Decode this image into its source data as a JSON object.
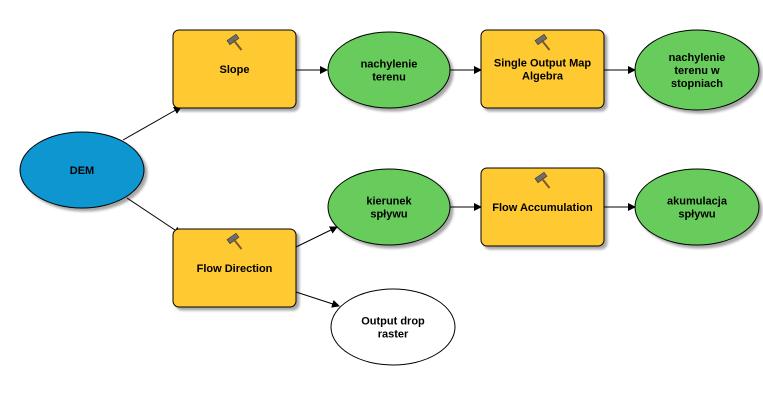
{
  "colors": {
    "tool_fill": "#FFC932",
    "data_fill": "#68CC5C",
    "input_fill": "#0A96CF",
    "output_fill": "#FFFFFF",
    "stroke": "#000000"
  },
  "nodes": {
    "dem": {
      "lines": [
        "DEM"
      ],
      "icon": "",
      "kind": "input"
    },
    "slope": {
      "lines": [
        "Slope"
      ],
      "icon": "hammer-icon",
      "kind": "tool"
    },
    "nachylenie": {
      "lines": [
        "nachylenie",
        "terenu"
      ],
      "icon": "",
      "kind": "data"
    },
    "algebra": {
      "lines": [
        "Single Output Map",
        "Algebra"
      ],
      "icon": "hammer-icon",
      "kind": "tool"
    },
    "nachylenie_stopnie": {
      "lines": [
        "nachylenie",
        "terenu w",
        "stopniach"
      ],
      "icon": "",
      "kind": "data"
    },
    "flow_direction": {
      "lines": [
        "Flow Direction"
      ],
      "icon": "hammer-icon",
      "kind": "tool"
    },
    "kierunek": {
      "lines": [
        "kierunek",
        "spływu"
      ],
      "icon": "",
      "kind": "data"
    },
    "flow_accumulation": {
      "lines": [
        "Flow Accumulation"
      ],
      "icon": "hammer-icon",
      "kind": "tool"
    },
    "akumulacja": {
      "lines": [
        "akumulacja",
        "spływu"
      ],
      "icon": "",
      "kind": "data"
    },
    "output_drop": {
      "lines": [
        "Output drop",
        "raster"
      ],
      "icon": "",
      "kind": "output"
    }
  },
  "connections": [
    {
      "from": "dem",
      "to": "slope"
    },
    {
      "from": "slope",
      "to": "nachylenie"
    },
    {
      "from": "nachylenie",
      "to": "algebra"
    },
    {
      "from": "algebra",
      "to": "nachylenie_stopnie"
    },
    {
      "from": "dem",
      "to": "flow_direction"
    },
    {
      "from": "flow_direction",
      "to": "kierunek"
    },
    {
      "from": "kierunek",
      "to": "flow_accumulation"
    },
    {
      "from": "flow_accumulation",
      "to": "akumulacja"
    },
    {
      "from": "flow_direction",
      "to": "output_drop"
    }
  ]
}
